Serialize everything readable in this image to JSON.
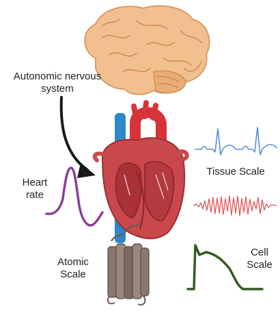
{
  "labels": {
    "ans_line1": "Autonomic nervous",
    "ans_line2": "system",
    "heart_rate_line1": "Heart",
    "heart_rate_line2": "rate",
    "tissue": "Tissue Scale",
    "cell_line1": "Cell",
    "cell_line2": "Scale",
    "atomic_line1": "Atomic",
    "atomic_line2": "Scale"
  },
  "icons": {
    "brain": "brain-icon",
    "heart": "heart-icon",
    "ion_channel": "ion-channel-icon",
    "arrow": "curved-arrow-icon"
  },
  "colors": {
    "brain": "#f2c08f",
    "heart": "#c9484c",
    "aorta": "#d7343a",
    "vena_cava": "#2f86c8",
    "ecg": "#5a8fd6",
    "tissue_signal": "#e25555",
    "heart_rate_trace": "#8a3f9a",
    "action_potential": "#2f5d1e",
    "ion_channel": "#7d6a62"
  }
}
